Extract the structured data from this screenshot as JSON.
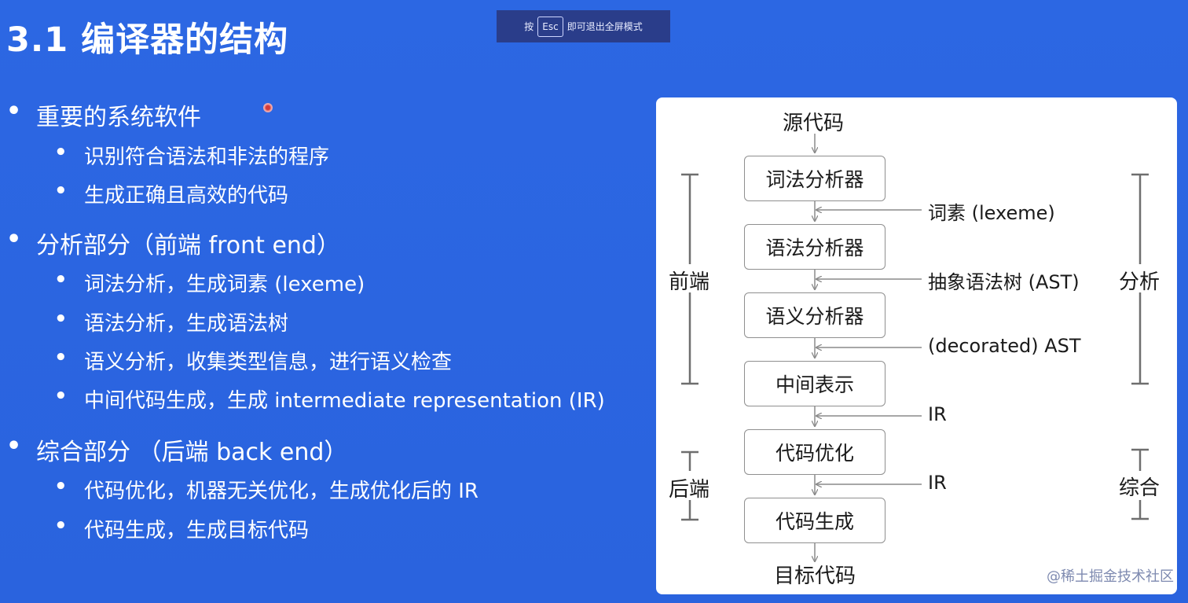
{
  "slide": {
    "title": "3.1 编译器的结构"
  },
  "esc_banner": {
    "prefix": "按",
    "key": "Esc",
    "suffix": "即可退出全屏模式"
  },
  "bullets": [
    {
      "text": "重要的系统软件"
    },
    {
      "text": "识别符合语法和非法的程序"
    },
    {
      "text": "生成正确且高效的代码"
    },
    {
      "text": "分析部分（前端 front end）"
    },
    {
      "text": "词法分析，生成词素 (lexeme)"
    },
    {
      "text": "语法分析，生成语法树"
    },
    {
      "text": "语义分析，收集类型信息，进行语义检查"
    },
    {
      "text": "中间代码生成，生成 intermediate representation (IR)"
    },
    {
      "text": "综合部分 （后端 back end）"
    },
    {
      "text": "代码优化，机器无关优化，生成优化后的 IR"
    },
    {
      "text": "代码生成，生成目标代码"
    }
  ],
  "bullet_symbol": "•",
  "diagram": {
    "source": "源代码",
    "target": "目标代码",
    "stages": [
      "词法分析器",
      "语法分析器",
      "语义分析器",
      "中间表示",
      "代码优化",
      "代码生成"
    ],
    "intermediates": [
      "词素 (lexeme)",
      "抽象语法树 (AST)",
      "(decorated) AST",
      "IR",
      "IR"
    ],
    "left_labels": {
      "front": "前端",
      "back": "后端"
    },
    "right_labels": {
      "analysis": "分析",
      "synthesis": "综合"
    }
  },
  "watermark": "@稀土掘金技术社区"
}
